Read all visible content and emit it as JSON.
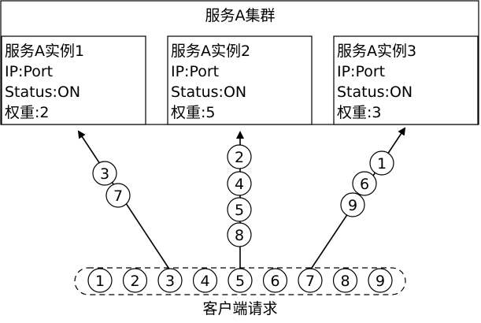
{
  "cluster": {
    "title": "服务A集群"
  },
  "instances": [
    {
      "name": "服务A实例1",
      "ip": "IP:Port",
      "status": "Status:ON",
      "weight": "权重:2"
    },
    {
      "name": "服务A实例2",
      "ip": "IP:Port",
      "status": "Status:ON",
      "weight": "权重:5"
    },
    {
      "name": "服务A实例3",
      "ip": "IP:Port",
      "status": "Status:ON",
      "weight": "权重:3"
    }
  ],
  "queue": {
    "label": "客户端请求",
    "requests": [
      "1",
      "2",
      "3",
      "4",
      "5",
      "6",
      "7",
      "8",
      "9"
    ]
  },
  "routes": [
    {
      "instance": 1,
      "requests": [
        "3",
        "7"
      ]
    },
    {
      "instance": 2,
      "requests": [
        "2",
        "4",
        "5",
        "8"
      ]
    },
    {
      "instance": 3,
      "requests": [
        "1",
        "6",
        "9"
      ]
    }
  ]
}
